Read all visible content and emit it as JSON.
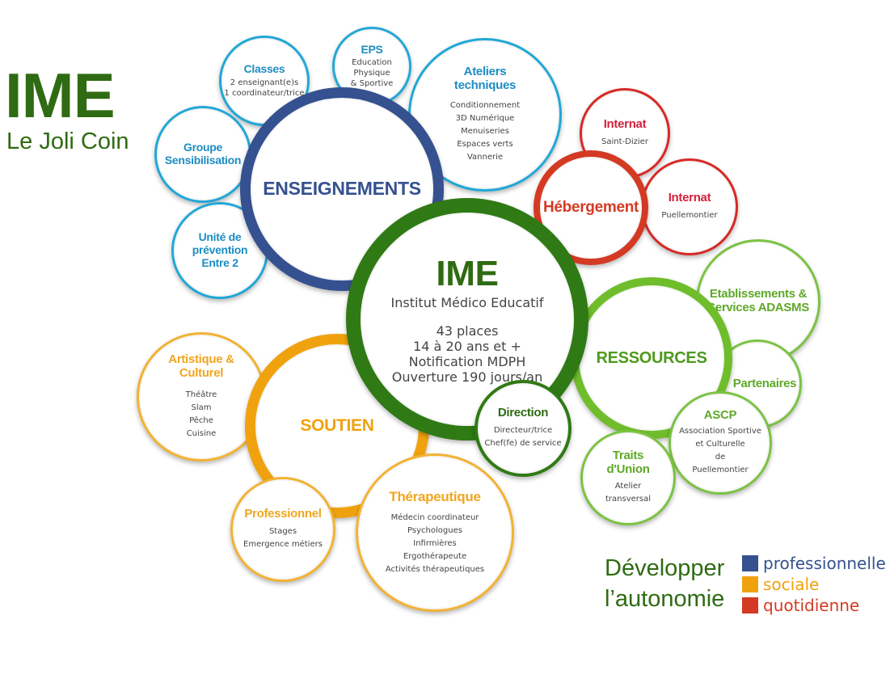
{
  "logo": {
    "title": "IME",
    "subtitle": "Le Joli Coin"
  },
  "center": {
    "title": "IME",
    "subtitle": "Institut Médico Educatif",
    "lines": [
      "43 places",
      "14 à 20 ans et +",
      "Notification MDPH",
      "Ouverture 190 jours/an"
    ]
  },
  "hubs": {
    "enseignements": "ENSEIGNEMENTS",
    "hebergement": "Hébergement",
    "ressources": "RESSOURCES",
    "soutien": "SOUTIEN"
  },
  "enseignements": {
    "classes": {
      "title": "Classes",
      "lines": [
        "2 enseignant(e)s",
        "1 coordinateur/trice"
      ]
    },
    "eps": {
      "title": "EPS",
      "lines": [
        "Education",
        "Physique",
        "& Sportive"
      ]
    },
    "ateliers": {
      "title": "Ateliers techniques",
      "lines": [
        "Conditionnement",
        "3D Numérique",
        "Menuiseries",
        "Espaces verts",
        "Vannerie"
      ]
    },
    "groupe": {
      "title": "Groupe Sensibilisation"
    },
    "unite": {
      "title": "Unité de prévention Entre 2"
    }
  },
  "hebergement": {
    "internat1": {
      "title": "Internat",
      "line": "Saint-Dizier"
    },
    "internat2": {
      "title": "Internat",
      "line": "Puellemontier"
    }
  },
  "ressources": {
    "etablissements": {
      "title": "Etablissements & Services ADASMS"
    },
    "partenaires": {
      "title": "Partenaires"
    },
    "ascp": {
      "title": "ASCP",
      "lines": [
        "Association Sportive",
        "et Culturelle",
        "de",
        "Puellemontier"
      ]
    },
    "traits": {
      "title": "Traits d'Union",
      "lines": [
        "Atelier",
        "transversal"
      ]
    },
    "direction": {
      "title": "Direction",
      "lines": [
        "Directeur/trice",
        "Chef(fe) de service"
      ]
    }
  },
  "soutien": {
    "artistique": {
      "title": "Artistique & Culturel",
      "lines": [
        "Théâtre",
        "Slam",
        "Pêche",
        "Cuisine"
      ]
    },
    "professionnel": {
      "title": "Professionnel",
      "lines": [
        "Stages",
        "Emergence métiers"
      ]
    },
    "therapeutique": {
      "title": "Thérapeutique",
      "lines": [
        "Médecin coordinateur",
        "Psychologues",
        "Infirmières",
        "Ergothérapeute",
        "Activités thérapeutiques"
      ]
    }
  },
  "legend": {
    "main_line1": "Développer",
    "main_line2": "l’autonomie",
    "items": [
      {
        "label": "professionnelle",
        "color": "#35518f"
      },
      {
        "label": "sociale",
        "color": "#f0a20e"
      },
      {
        "label": "quotidienne",
        "color": "#d43a23"
      }
    ]
  },
  "colors": {
    "dark_green": "#2f6b12",
    "light_green": "#6fbd2b",
    "blue": "#22a7d6",
    "navy": "#35518f",
    "orange": "#f0a20e",
    "red": "#d43a23"
  }
}
